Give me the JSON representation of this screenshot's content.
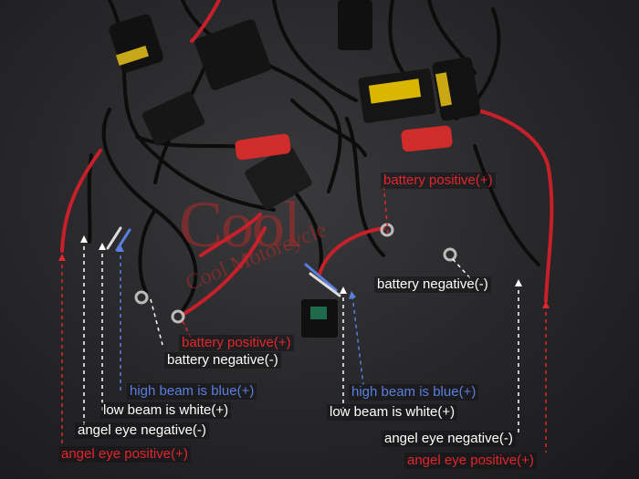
{
  "watermark": {
    "brand": "Cool",
    "text": "Cool Motorcycle"
  },
  "colors": {
    "positive": "#e3262d",
    "high_beam": "#5b7fe0",
    "negative": "#ffffff"
  },
  "labels_top": {
    "battery_positive": "battery positive(+)",
    "battery_negative": "battery negative(-)"
  },
  "labels_left": {
    "battery_positive": "battery positive(+)",
    "battery_negative": "battery negative(-)",
    "high_beam": "high beam is blue(+)",
    "low_beam": "low beam is white(+)",
    "angel_eye_negative": "angel eye negative(-)",
    "angel_eye_positive": "angel eye positive(+)"
  },
  "labels_right": {
    "high_beam": "high beam is blue(+)",
    "low_beam": "low beam is white(+)",
    "angel_eye_negative": "angel eye negative(-)",
    "angel_eye_positive": "angel eye positive(+)"
  }
}
